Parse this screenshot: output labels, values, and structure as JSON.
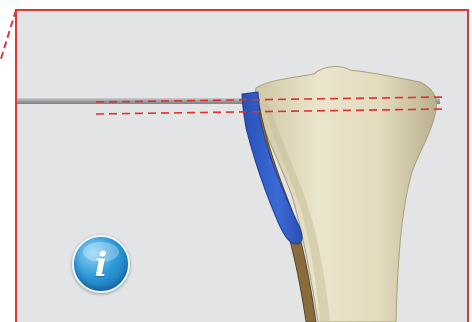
{
  "viewer": {
    "frame_color": "#d83a3a",
    "background_color": "#e3e4e6",
    "bone_color": "#e6dfc4",
    "cutting_guide_color": "#3260c8",
    "guide_pin_color": "#a7a9ad",
    "resection_line_color": "#e0302a",
    "frame_style": "solid",
    "resection_lines_style": "dashed"
  },
  "info_button": {
    "icon": "info-icon",
    "glyph": "i",
    "color": "#2e9ad8"
  }
}
